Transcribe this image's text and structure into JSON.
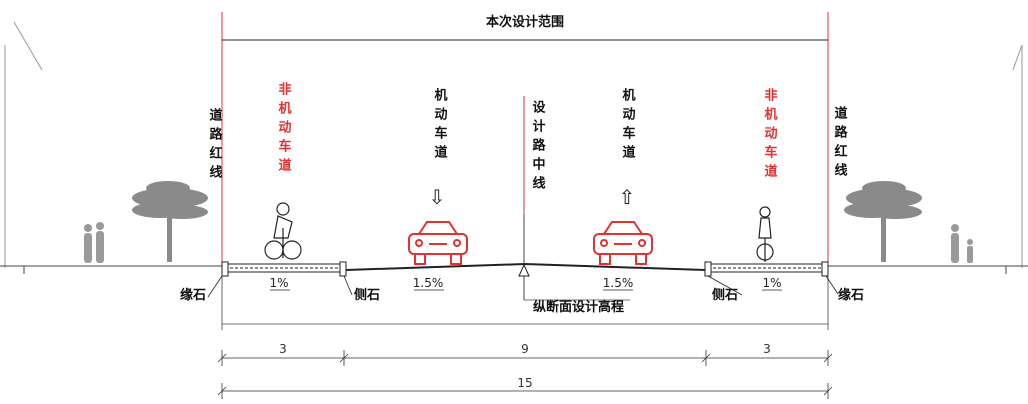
{
  "title": "本次设计范围",
  "labels": {
    "red_line_left": "道路红线",
    "non_motor_left": "非机动车道",
    "motor_lane_left": "机动车道",
    "centerline": "设计路中线",
    "motor_lane_right": "机动车道",
    "non_motor_right": "非机动车道",
    "red_line_right": "道路红线",
    "curb_edge_left": "缘石",
    "curb_side_left": "侧石",
    "curb_side_right": "侧石",
    "curb_edge_right": "缘石",
    "profile_elevation": "纵断面设计高程"
  },
  "slopes": {
    "left_walk": "1%",
    "left_road": "1.5%",
    "right_road": "1.5%",
    "right_walk": "1%"
  },
  "dimensions": {
    "seg_left": "3",
    "seg_mid": "9",
    "seg_right": "3",
    "total": "15"
  },
  "colors": {
    "red": "#e53030",
    "line": "#222222",
    "tree": "#888888"
  },
  "icons": {
    "down_arrow": "⇩",
    "up_arrow": "⇧"
  }
}
